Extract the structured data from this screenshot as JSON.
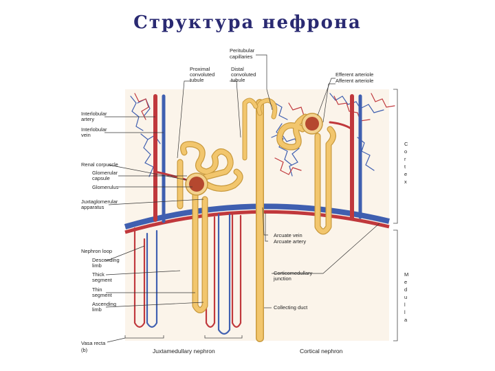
{
  "title": "Структура нефрона",
  "labels": {
    "peritubular_capillaries": [
      "Peritubular",
      "capillaries"
    ],
    "proximal_convoluted_tubule": [
      "Proximal",
      "convoluted",
      "tubule"
    ],
    "distal_convoluted_tubule": [
      "Distal",
      "convoluted",
      "tubule"
    ],
    "efferent_arteriole": "Efferent arteriole",
    "afferent_arteriole": "Afferent arteriole",
    "interlobular_artery": [
      "Interlobular",
      "artery"
    ],
    "interlobular_vein": [
      "Interlobular",
      "vein"
    ],
    "renal_corpuscle": "Renal corpuscle",
    "glomerular_capsule": [
      "Glomerular",
      "capsule"
    ],
    "glomerulus": "Glomerulus",
    "juxtaglomerular_apparatus": [
      "Juxtaglomerular",
      "apparatus"
    ],
    "nephron_loop": "Nephron loop",
    "descending_limb": [
      "Descending",
      "limb"
    ],
    "thick_segment": [
      "Thick",
      "segment"
    ],
    "thin_segment": [
      "Thin",
      "segment"
    ],
    "ascending_limb": [
      "Ascending",
      "limb"
    ],
    "vasa_recta": "Vasa recta",
    "panel": "(b)",
    "juxtamedullary_nephron": "Juxtamedullary nephron",
    "cortical_nephron": "Cortical nephron",
    "arcuate_vein": "Arcuate vein",
    "arcuate_artery": "Arcuate artery",
    "corticomedullary_junction": [
      "Corticomedullary",
      "junction"
    ],
    "collecting_duct": "Collecting duct",
    "cortex": "Cortex",
    "medulla": "Medulla"
  },
  "colors": {
    "artery": "#c0383c",
    "vein": "#3f5fb0",
    "tubule": "#f2c66d",
    "tubule_outline": "#c99a3e",
    "glomerulus": "#b5482f",
    "title": "#2a2a72"
  }
}
